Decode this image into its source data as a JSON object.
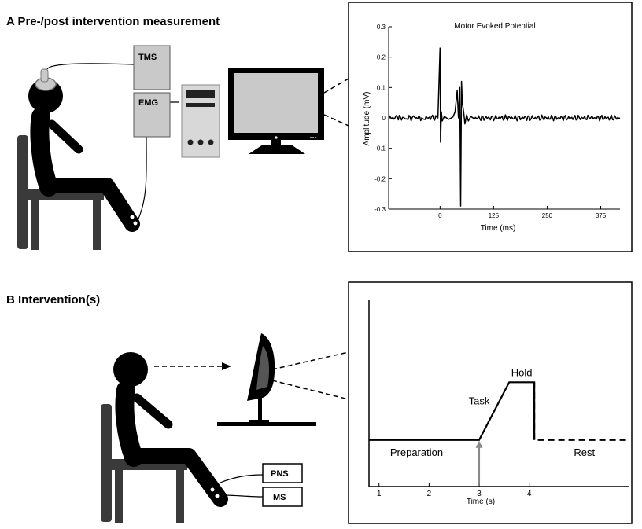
{
  "panel_a": {
    "title": "A  Pre-/post intervention measurement",
    "box_tms": "TMS",
    "box_emg": "EMG"
  },
  "panel_b": {
    "title": "B  Intervention(s)",
    "box_pns": "PNS",
    "box_ms": "MS"
  },
  "colors": {
    "figure": "#000000",
    "chair": "#3a3a3a",
    "device_fill": "#c9c9c9",
    "monitor_screen": "#c9c9c9",
    "arrow": "#888888"
  },
  "chart_data": [
    {
      "type": "line",
      "title": "Motor Evoked Potential",
      "xlabel": "Time (ms)",
      "ylabel": "Amplitude (mV)",
      "xlim": [
        -120,
        420
      ],
      "ylim": [
        -0.3,
        0.3
      ],
      "xticks": [
        0,
        125,
        250,
        375
      ],
      "yticks": [
        0.3,
        0.2,
        0.1,
        0,
        -0.1,
        -0.2,
        -0.3
      ],
      "ytick_labels": [
        "0.3",
        "0.2",
        "0.1",
        "0",
        "-0.1",
        "-0.2",
        "-0.3"
      ],
      "grid": false,
      "series": [
        {
          "x": [
            -120,
            -100,
            -80,
            -60,
            -40,
            -20,
            -5,
            0,
            1,
            3,
            5,
            10,
            20,
            30,
            35,
            40,
            43,
            46,
            48,
            50,
            52,
            55,
            58,
            62,
            66,
            72,
            80,
            100,
            150,
            200,
            250,
            300,
            350,
            420
          ],
          "y": [
            0,
            0.004,
            -0.004,
            0.003,
            -0.003,
            0.004,
            0,
            0.23,
            -0.08,
            0.02,
            -0.01,
            0.005,
            -0.005,
            0.003,
            0.02,
            0.09,
            0,
            0.1,
            -0.29,
            0.12,
            0.05,
            0.02,
            -0.02,
            0.01,
            -0.01,
            0.005,
            -0.003,
            0.004,
            -0.004,
            0.003,
            -0.004,
            0.004,
            -0.003,
            0
          ]
        }
      ]
    },
    {
      "type": "line",
      "xlabel": "Time (s)",
      "xlim": [
        0.8,
        6
      ],
      "ylim": [
        0,
        10
      ],
      "xticks": [
        1,
        2,
        3,
        4
      ],
      "phases": [
        "Preparation",
        "Task",
        "Hold",
        "Rest"
      ],
      "series": [
        {
          "style": "solid",
          "x": [
            0.8,
            3,
            3.6,
            4.1,
            4.1
          ],
          "y": [
            2.5,
            2.5,
            5.6,
            5.6,
            2.5
          ]
        },
        {
          "style": "dashed",
          "x": [
            4.1,
            4.1,
            6
          ],
          "y": [
            5.6,
            2.5,
            2.5
          ]
        }
      ],
      "marker_arrow_x": 3
    }
  ]
}
